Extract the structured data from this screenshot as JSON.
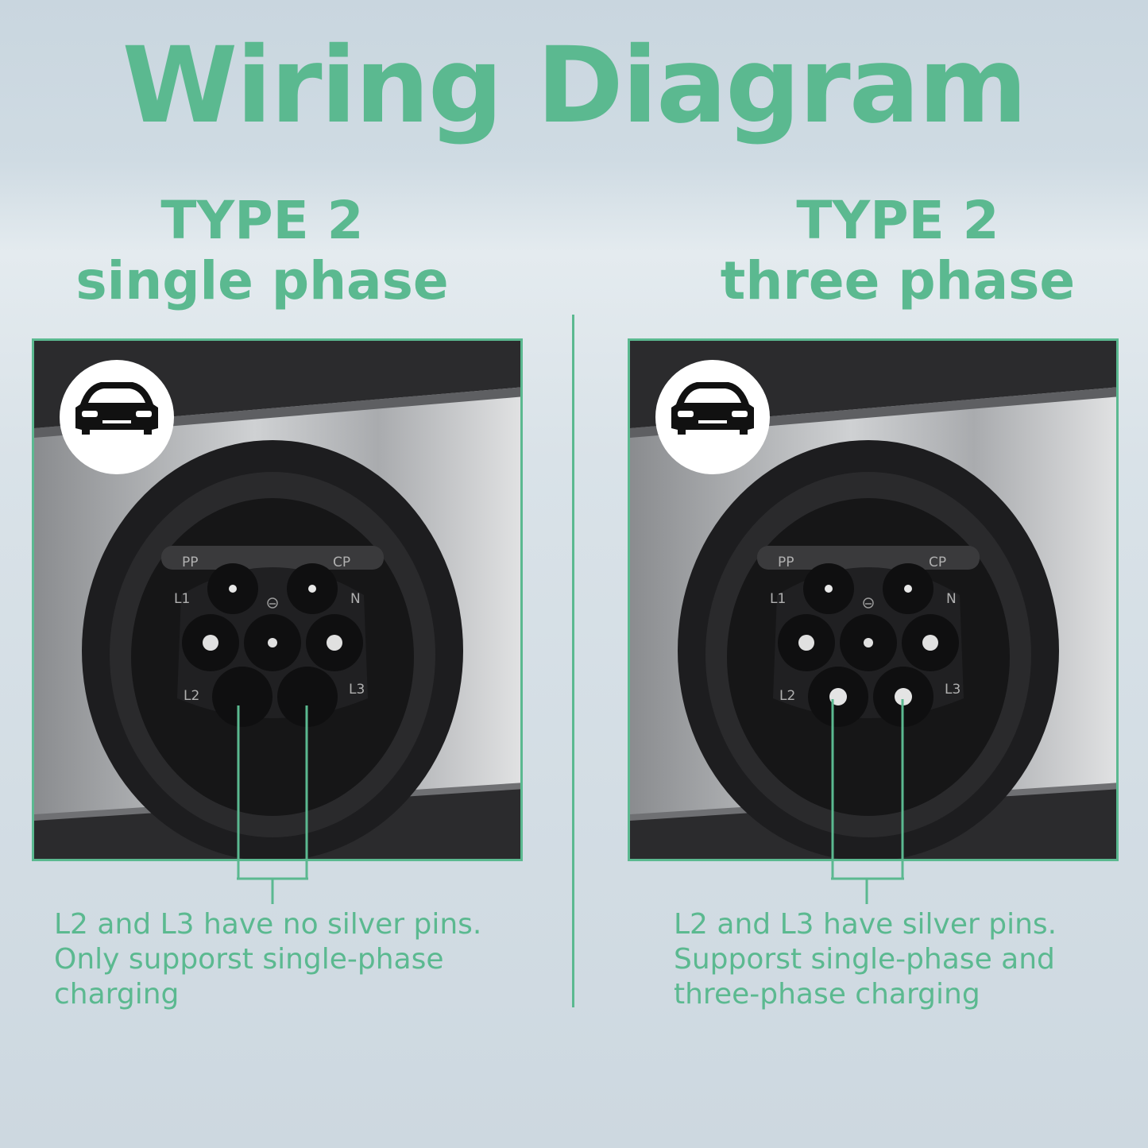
{
  "title": "Wiring Diagram",
  "left": {
    "heading_line1": "TYPE 2",
    "heading_line2": "single phase",
    "caption_lines": [
      "L2 and L3 have no silver pins.",
      "Only supporst single-phase",
      "charging"
    ]
  },
  "right": {
    "heading_line1": "TYPE 2",
    "heading_line2": "three phase",
    "caption_lines": [
      "L2 and L3 have silver pins.",
      "Supporst single-phase and",
      "three-phase charging"
    ]
  },
  "pin_labels": {
    "pp": "PP",
    "cp": "CP",
    "l1": "L1",
    "n": "N",
    "l2": "L2",
    "l3": "L3"
  },
  "icons": {
    "vehicle": "car-icon",
    "ground": "ground-symbol-icon"
  },
  "colors": {
    "accent": "#5bb990",
    "socket": "#1c1c1e",
    "pin": "#e8e8e8"
  }
}
